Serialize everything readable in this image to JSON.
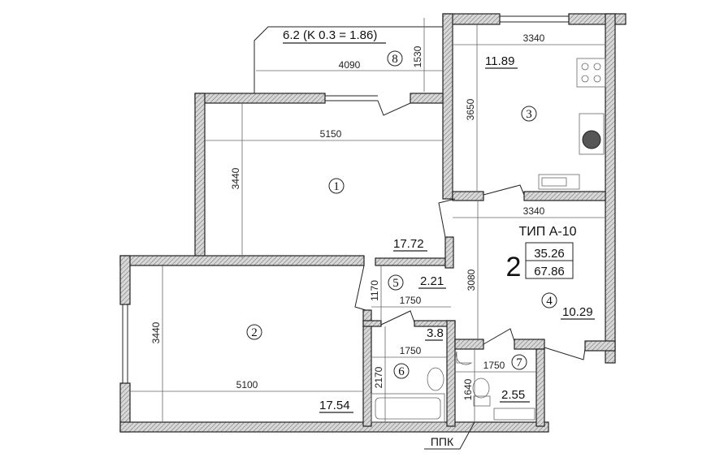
{
  "plan": {
    "type_label": "ТИП А-10",
    "rooms_count": "2",
    "living_area": "35.26",
    "total_area": "67.86",
    "balcony_area": "6.2 (K 0.3 = 1.86)",
    "ppk_label": "ППК",
    "rooms": [
      {
        "number": "1",
        "area": "17.72"
      },
      {
        "number": "2",
        "area": "17.54"
      },
      {
        "number": "3",
        "area": "11.89"
      },
      {
        "number": "4",
        "area": "10.29"
      },
      {
        "number": "5",
        "area": "2.21"
      },
      {
        "number": "6",
        "area": "3.8"
      },
      {
        "number": "7",
        "area": "2.55"
      },
      {
        "number": "8"
      }
    ],
    "dimensions": {
      "balcony_width": "4090",
      "balcony_depth": "1530",
      "kitchen_width": "3340",
      "kitchen_depth": "3650",
      "room1_width": "5150",
      "room1_depth": "3440",
      "room2_width": "5100",
      "room2_depth": "3440",
      "hall_width": "3340",
      "hall_depth": "3080",
      "corridor_depth": "1170",
      "corridor_width": "1750",
      "bath_width": "1750",
      "bath_depth": "2170",
      "wc_width": "1750",
      "wc_depth": "1640"
    }
  }
}
